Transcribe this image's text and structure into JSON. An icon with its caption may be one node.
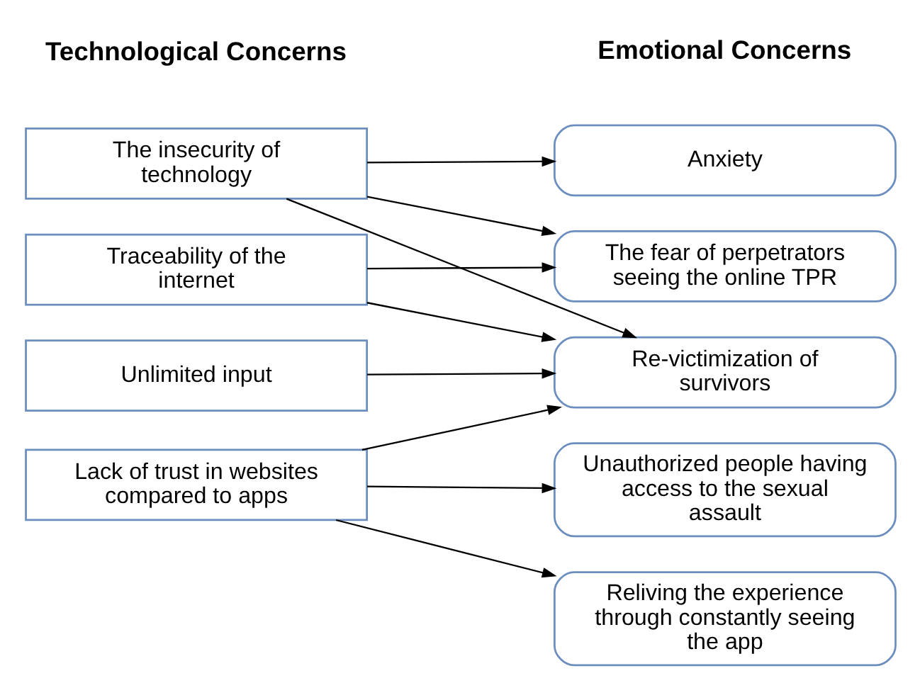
{
  "diagram": {
    "nodes": [
      {
        "text": [
          "The insecurity of technology"
        ]
      },
      {
        "text": [
          "Traceability of the internet"
        ]
      },
      {
        "text": [
          "Unlimited input"
        ]
      },
      {
        "text": [
          "Lack of trust in websites compared to apps"
        ]
      },
      {
        "text": [
          "Anxiety"
        ]
      },
      {
        "text": [
          "The fear of perpetrators seeing the online TPR"
        ]
      },
      {
        "text": [
          "Re-victimization of survivors"
        ]
      },
      {
        "text": [
          "Unauthorized people having access to the sexual assault"
        ]
      },
      {
        "text": [
          "Reliving the experience through constantly seeing the app"
        ]
      }
    ],
    "edges": [
      {
        "from": 0,
        "to": 4,
        "arrow": "to"
      },
      {
        "from": 0,
        "to": 5,
        "arrow": "to"
      },
      {
        "from": 0,
        "to": 6,
        "arrow": "to"
      },
      {
        "from": 1,
        "to": 5,
        "arrow": "to"
      },
      {
        "from": 1,
        "to": 6,
        "arrow": "to"
      },
      {
        "from": 2,
        "to": 6,
        "arrow": "to"
      },
      {
        "from": 3,
        "to": 6,
        "arrow": "to"
      },
      {
        "from": 3,
        "to": 7,
        "arrow": "to"
      },
      {
        "from": 3,
        "to": 8,
        "arrow": "to"
      }
    ],
    "labels": [
      "Technological Concerns",
      "Emotional Concerns"
    ]
  }
}
